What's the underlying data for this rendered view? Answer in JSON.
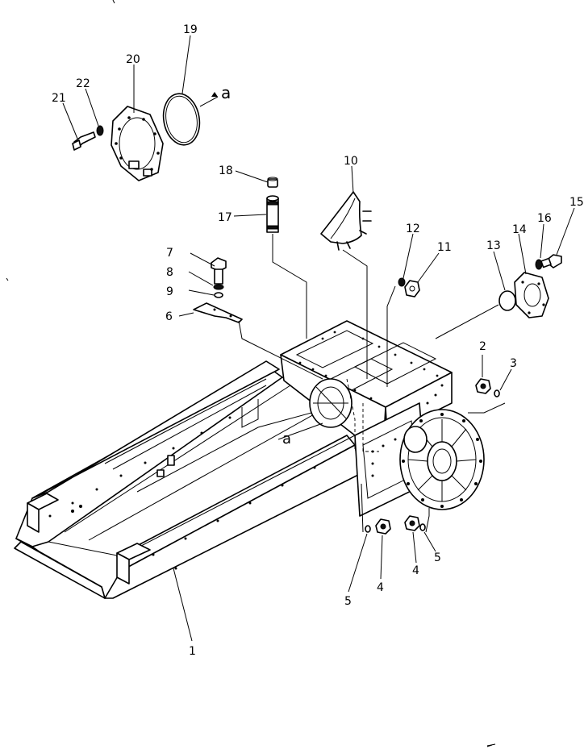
{
  "diagram": {
    "callouts": [
      {
        "id": "c1",
        "text": "1"
      },
      {
        "id": "c2",
        "text": "2"
      },
      {
        "id": "c3",
        "text": "3"
      },
      {
        "id": "c4a",
        "text": "4"
      },
      {
        "id": "c4b",
        "text": "4"
      },
      {
        "id": "c5a",
        "text": "5"
      },
      {
        "id": "c5b",
        "text": "5"
      },
      {
        "id": "c6",
        "text": "6"
      },
      {
        "id": "c7",
        "text": "7"
      },
      {
        "id": "c8",
        "text": "8"
      },
      {
        "id": "c9",
        "text": "9"
      },
      {
        "id": "c10",
        "text": "10"
      },
      {
        "id": "c11",
        "text": "11"
      },
      {
        "id": "c12",
        "text": "12"
      },
      {
        "id": "c13",
        "text": "13"
      },
      {
        "id": "c14",
        "text": "14"
      },
      {
        "id": "c15",
        "text": "15"
      },
      {
        "id": "c16",
        "text": "16"
      },
      {
        "id": "c17",
        "text": "17"
      },
      {
        "id": "c18",
        "text": "18"
      },
      {
        "id": "c19",
        "text": "19"
      },
      {
        "id": "c20",
        "text": "20"
      },
      {
        "id": "c21",
        "text": "21"
      },
      {
        "id": "c22",
        "text": "22"
      }
    ],
    "references": [
      {
        "id": "ra1",
        "text": "a"
      },
      {
        "id": "ra2",
        "text": "a"
      }
    ]
  }
}
